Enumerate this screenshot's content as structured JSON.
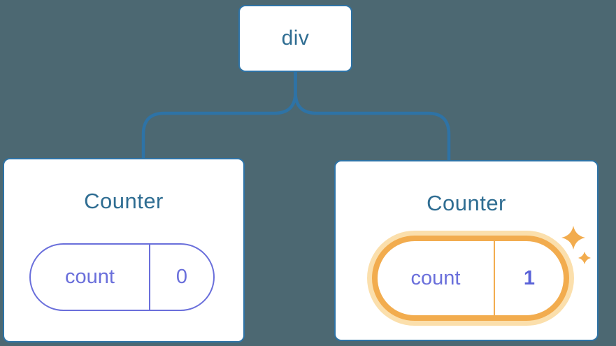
{
  "diagram": {
    "description": "Component tree diagram: a div root element with two Counter component children holding independent count state",
    "root": {
      "label": "div"
    },
    "children": [
      {
        "title": "Counter",
        "state": {
          "key": "count",
          "value": "0"
        },
        "highlighted": false
      },
      {
        "title": "Counter",
        "state": {
          "key": "count",
          "value": "1"
        },
        "highlighted": true,
        "highlight_icon": "sparkles-icon"
      }
    ],
    "colors": {
      "background": "#4C6872",
      "line_blue": "#2E73A6",
      "text_blue": "#2F6D92",
      "purple": "#6A6FDB",
      "value_purple": "#5A62D8",
      "orange": "#F2AC4E",
      "orange_halo": "#FBDFAC",
      "card_bg": "#FFFFFF"
    }
  }
}
